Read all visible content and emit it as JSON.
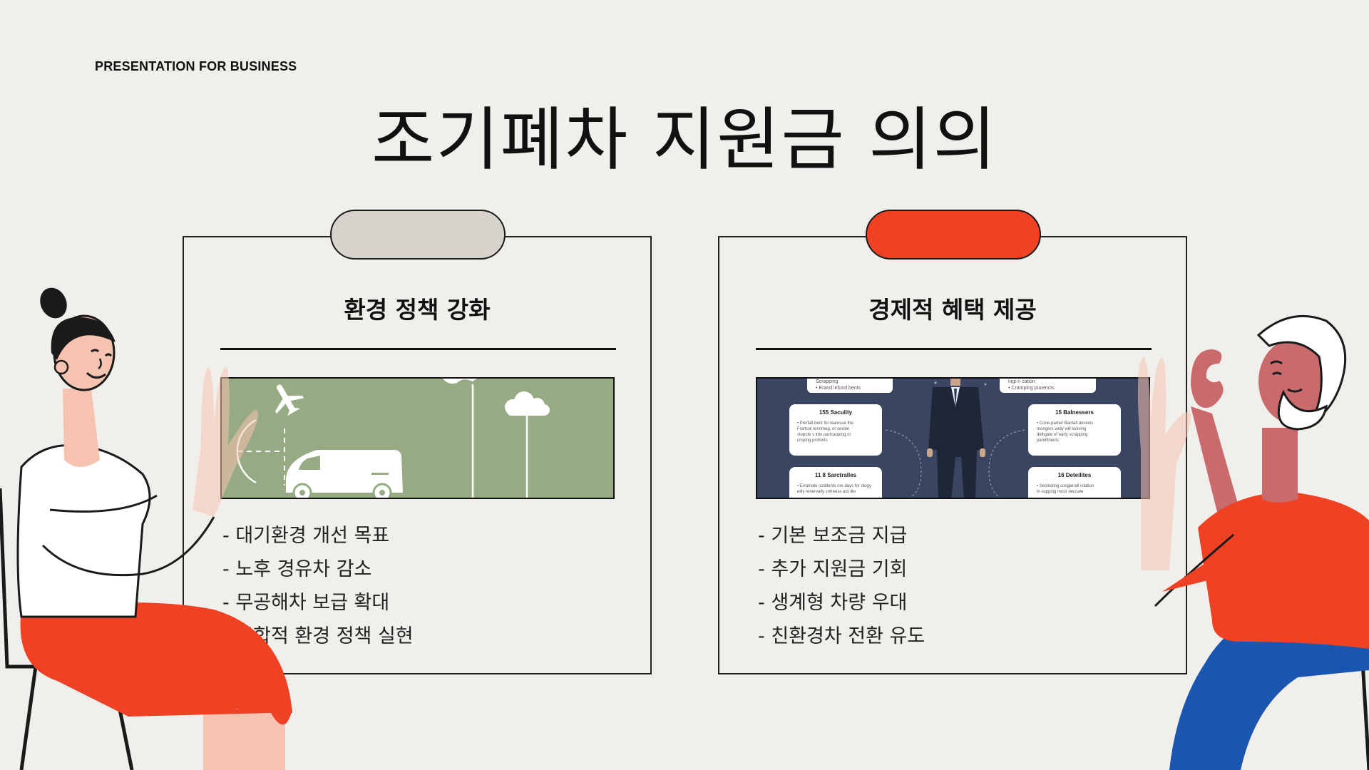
{
  "header": {
    "kicker": "PRESENTATION FOR BUSINESS",
    "title": "조기폐차 지원금 의의"
  },
  "cards": [
    {
      "heading": "환경 정책 강화",
      "image_desc_icon": "car-plane-illustration",
      "bullets": [
        "- 대기환경 개선 목표",
        "- 노후 경유차 감소",
        "- 무공해차 보급 확대",
        "- 종합적 환경 정책 실현"
      ]
    },
    {
      "heading": "경제적 혜택 제공",
      "image_desc_icon": "infographic-businessman",
      "image_labels": {
        "top_left_1": "Scrapping",
        "top_left_2": "• Erand infund bents",
        "top_right_1": "ingi-n cation",
        "top_right_2": "• Cramping pucencts",
        "box1_title": "155 Saculity",
        "box1_text": [
          "• Pierfall-bent fol rearesse the",
          "Frartcal renrimeg, or sesion",
          "stopcte s into partcaoping or",
          "crsping profonts"
        ],
        "box2_title": "15 Balnessers",
        "box2_text": [
          "• Cone-pamer Bantall desions",
          "mongers vedy will lociving",
          "delligate of early scrapping",
          "pandfinents"
        ],
        "box3_title": "11 8 Sarctralles",
        "box3_text": [
          "• Erramate ozddents ore days for ology",
          "eilly renervally cnfreess aro lite"
        ],
        "box4_title": "16 Deteilites",
        "box4_text": [
          "• Seclesting corgperall istation",
          "in supping moor deccate"
        ]
      },
      "bullets": [
        "- 기본 보조금 지급",
        "- 추가 지원금 기회",
        "- 생계형 차량 우대",
        "- 친환경차 전환 유도"
      ]
    }
  ],
  "colors": {
    "background": "#f0efeb",
    "accent_red": "#ef4123",
    "tab_gray": "#d6d4cc",
    "image_green": "#96ab84",
    "image_navy": "#3a4661",
    "blue": "#1a56b0",
    "skin": "#f7c3b1"
  }
}
